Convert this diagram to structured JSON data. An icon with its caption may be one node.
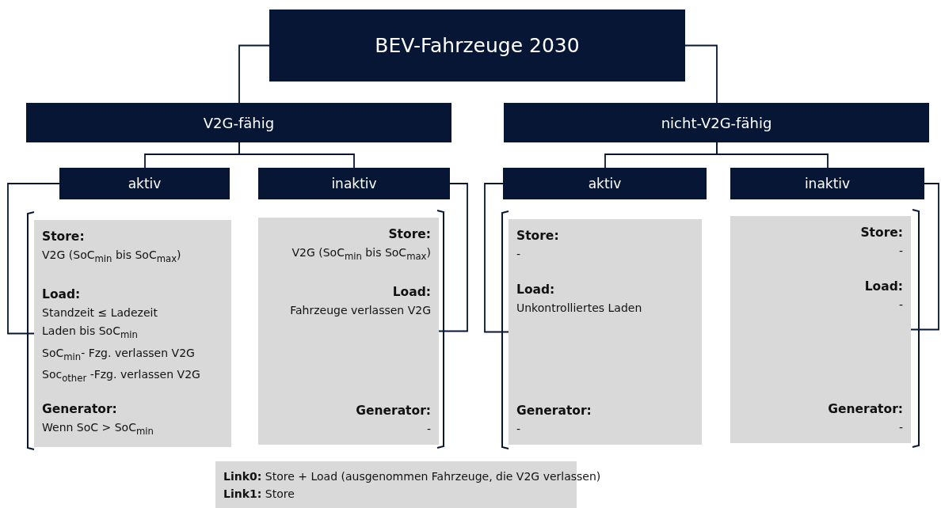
{
  "diagram": {
    "nodes": [
      {
        "text": [
          "BEV-Fahrzeuge 2030"
        ]
      },
      {
        "text": [
          "V2G-fähig"
        ]
      },
      {
        "text": [
          "nicht-V2G-fähig"
        ]
      },
      {
        "text": [
          "aktiv"
        ]
      },
      {
        "text": [
          "inaktiv"
        ]
      },
      {
        "text": [
          "aktiv"
        ]
      },
      {
        "text": [
          "inaktiv"
        ]
      },
      {
        "text": [
          "Store:",
          "V2G (SoC$_{min}$ bis SoC$_{max}$)",
          "Load:",
          "Standzeit ≤ Ladezeit",
          "Laden bis SoC$_{min}$",
          "SoC$_{min}$- Fzg. verlassen V2G",
          "Soc$_{other}$ -Fzg. verlassen V2G",
          "Generator:",
          "Wenn SoC > SoC$_{min}$"
        ]
      },
      {
        "text": [
          "Store:",
          "V2G (SoC$_{min}$ bis SoC$_{max}$)",
          "Load:",
          "Fahrzeuge verlassen V2G",
          "Generator:",
          "-"
        ]
      },
      {
        "text": [
          "Store:",
          "-",
          "Load:",
          "Unkontrolliertes Laden",
          "Generator:",
          "-"
        ]
      },
      {
        "text": [
          "Store:",
          "-",
          "Load:",
          "-",
          "Generator:",
          "-"
        ]
      },
      {
        "text": [
          "**Link0:** Store + Load (ausgenommen Fahrzeuge, die V2G verlassen)",
          "**Link1:** Store"
        ]
      }
    ],
    "edges": [
      {
        "from": 0,
        "to": 1,
        "arrow": "none"
      },
      {
        "from": 0,
        "to": 2,
        "arrow": "none"
      },
      {
        "from": 1,
        "to": 3,
        "arrow": "none"
      },
      {
        "from": 1,
        "to": 4,
        "arrow": "none"
      },
      {
        "from": 2,
        "to": 5,
        "arrow": "none"
      },
      {
        "from": 2,
        "to": 6,
        "arrow": "none"
      },
      {
        "from": 3,
        "to": 7,
        "arrow": "none"
      },
      {
        "from": 4,
        "to": 8,
        "arrow": "none"
      },
      {
        "from": 5,
        "to": 9,
        "arrow": "none"
      },
      {
        "from": 6,
        "to": 10,
        "arrow": "none"
      }
    ]
  }
}
